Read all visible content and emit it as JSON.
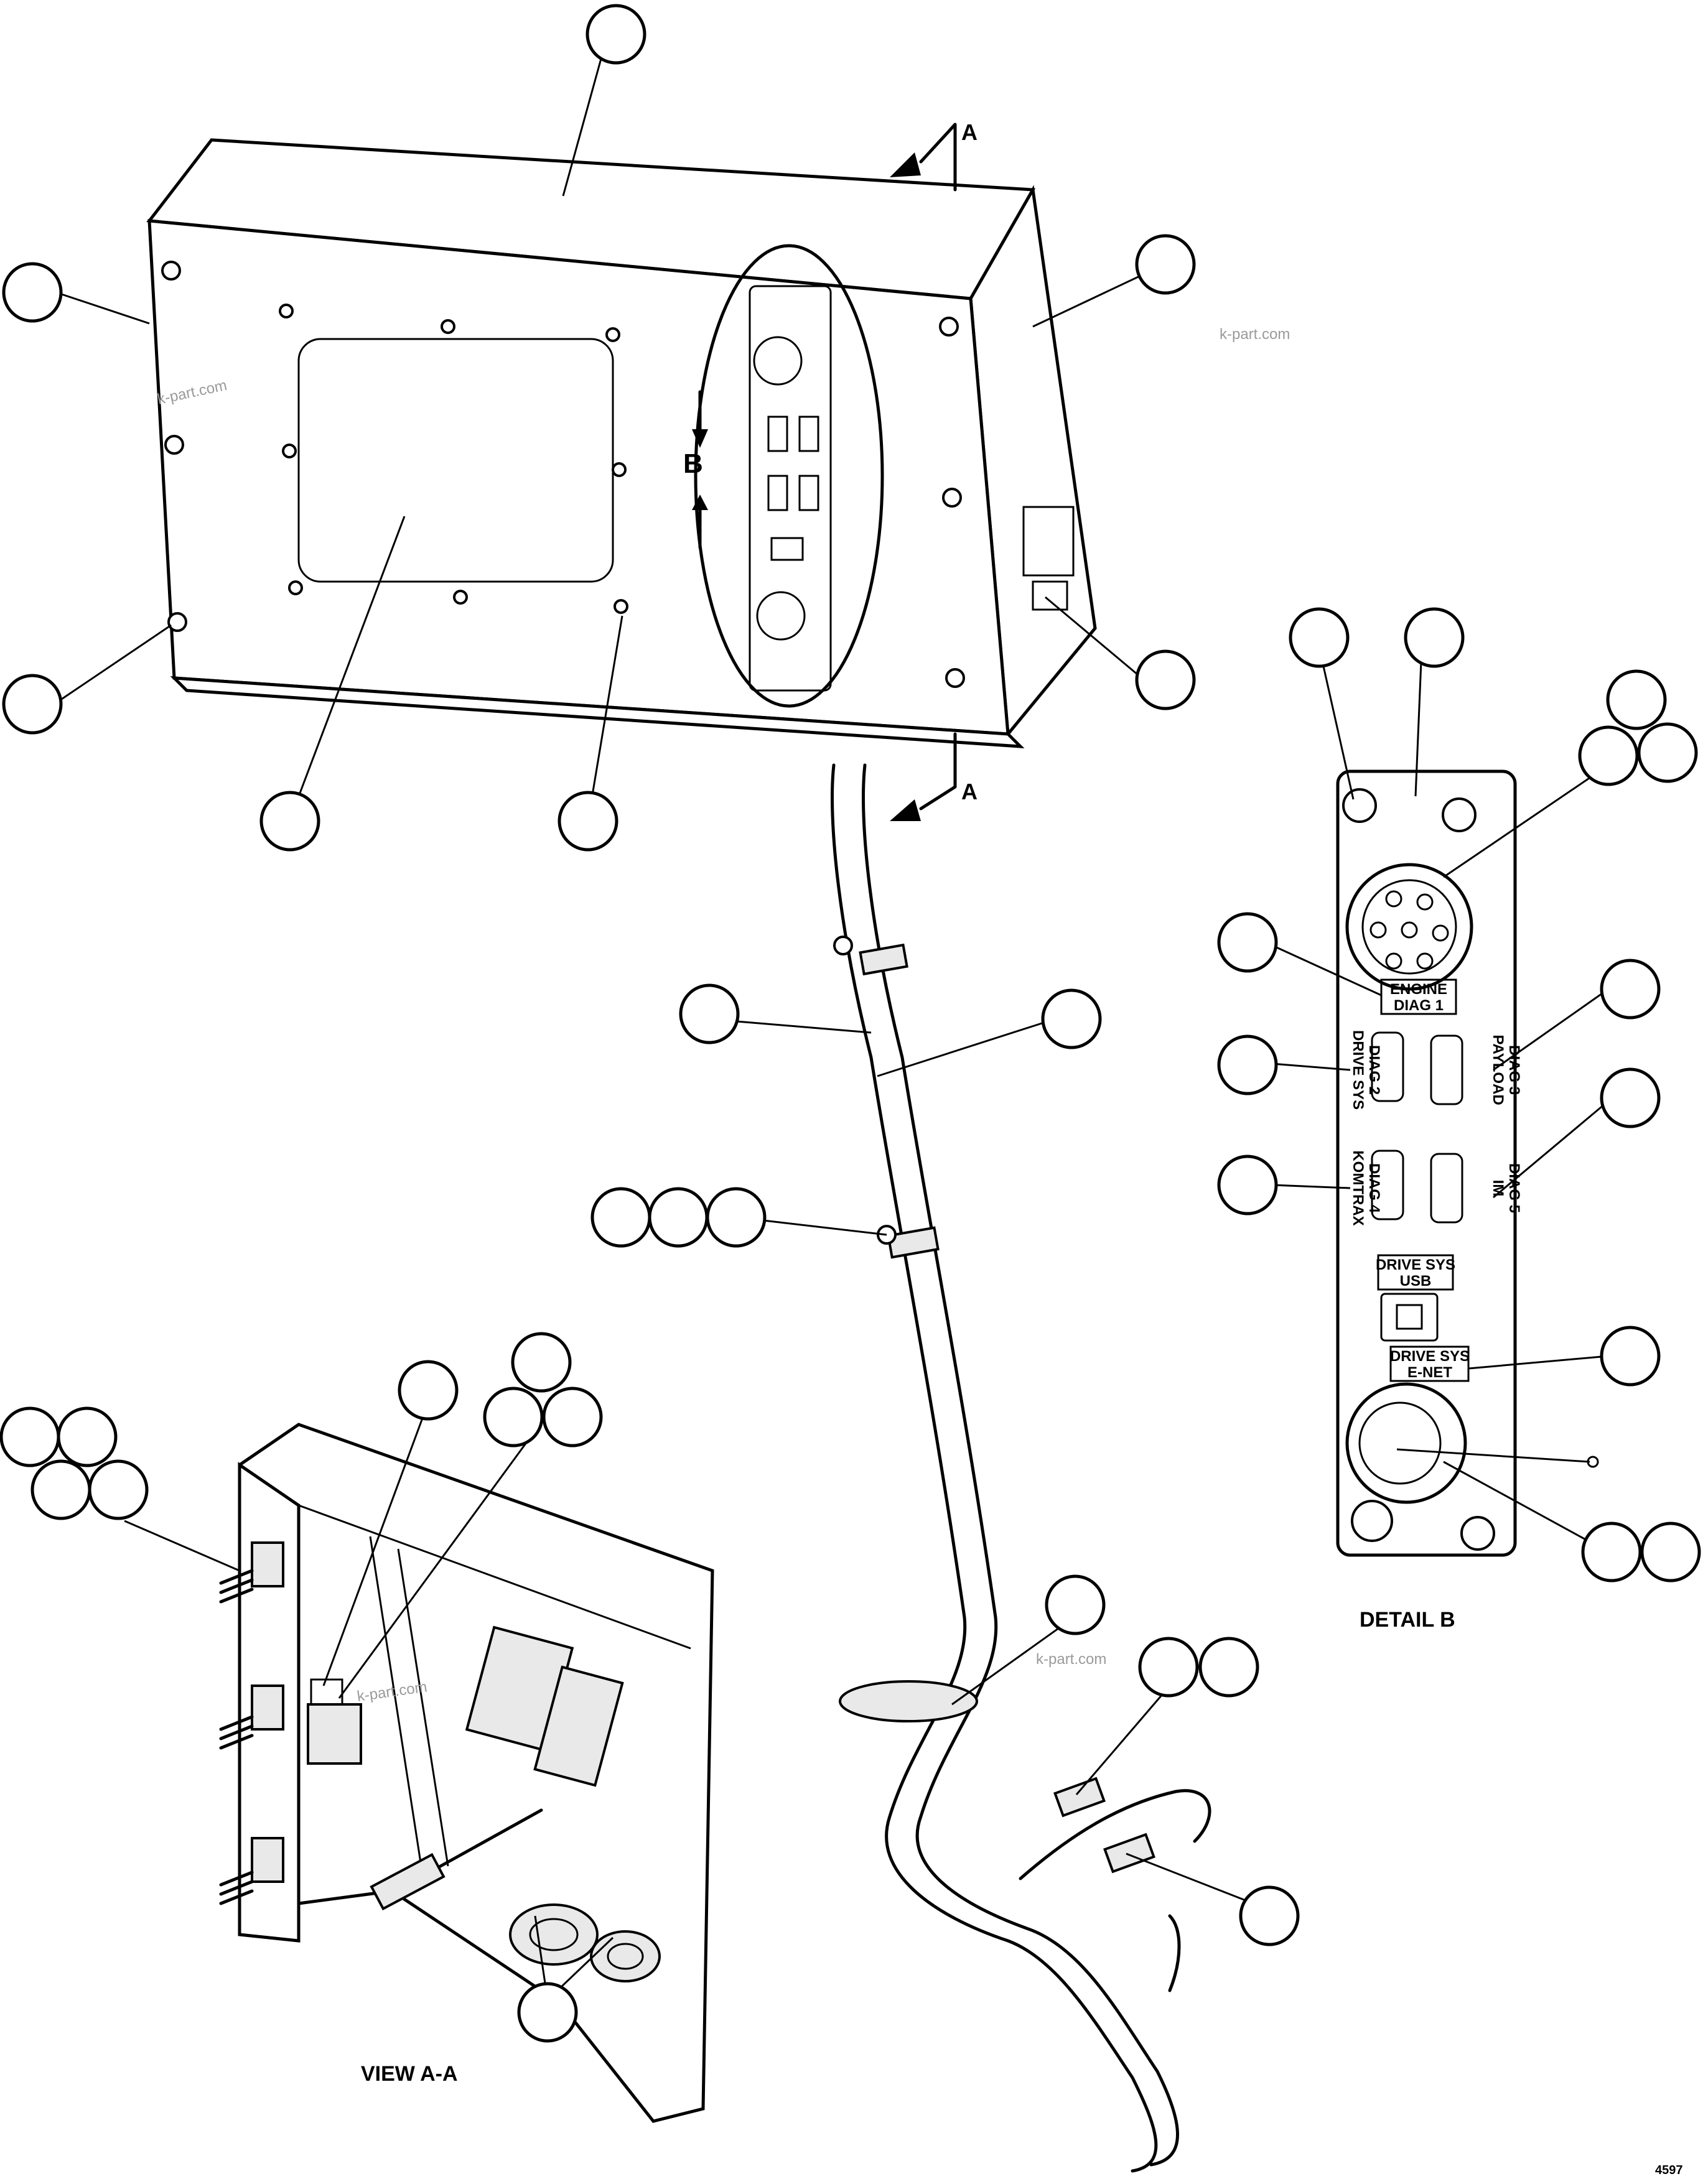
{
  "section_markers": {
    "top": "A",
    "bottom": "A",
    "detail_marker": "B"
  },
  "detail_b": {
    "caption": "DETAIL B",
    "ports": {
      "engine": [
        "ENGINE",
        "DIAG 1"
      ],
      "drive_sys": [
        "DRIVE SYS",
        "DIAG 2"
      ],
      "payload": [
        "PAYLOAD",
        "DIAG 3"
      ],
      "komtrax": [
        "KOMTRAX",
        "DIAG 4"
      ],
      "im": [
        "IM",
        "DIAG 5"
      ],
      "usb": [
        "DRIVE SYS",
        "USB"
      ],
      "enet": [
        "DRIVE SYS",
        "E-NET"
      ]
    }
  },
  "view_a_caption": "VIEW A-A",
  "watermarks": [
    "k-part.com",
    "k-part.com",
    "k-part.com",
    "k-part.com"
  ],
  "drawing_number": "4597"
}
